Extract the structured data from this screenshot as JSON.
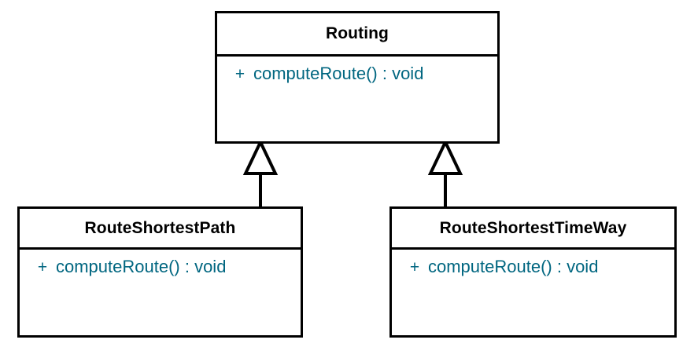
{
  "diagram": {
    "type": "uml-class-diagram",
    "background_color": "#ffffff",
    "border_color": "#000000",
    "title_color": "#000000",
    "member_color": "#006680",
    "classes": [
      {
        "id": "routing",
        "name": "Routing",
        "role": "superclass",
        "members": [
          {
            "visibility": "+",
            "signature": "computeRoute() : void"
          }
        ]
      },
      {
        "id": "route_shortest_path",
        "name": "RouteShortestPath",
        "role": "subclass",
        "members": [
          {
            "visibility": "+",
            "signature": "computeRoute() : void"
          }
        ]
      },
      {
        "id": "route_shortest_time_way",
        "name": "RouteShortestTimeWay",
        "role": "subclass",
        "members": [
          {
            "visibility": "+",
            "signature": "computeRoute() : void"
          }
        ]
      }
    ],
    "relationships": [
      {
        "id": "gen_left",
        "kind": "generalization",
        "from": "RouteShortestPath",
        "to": "Routing",
        "marker": "hollow-triangle"
      },
      {
        "id": "gen_right",
        "kind": "generalization",
        "from": "RouteShortestTimeWay",
        "to": "Routing",
        "marker": "hollow-triangle"
      }
    ]
  }
}
